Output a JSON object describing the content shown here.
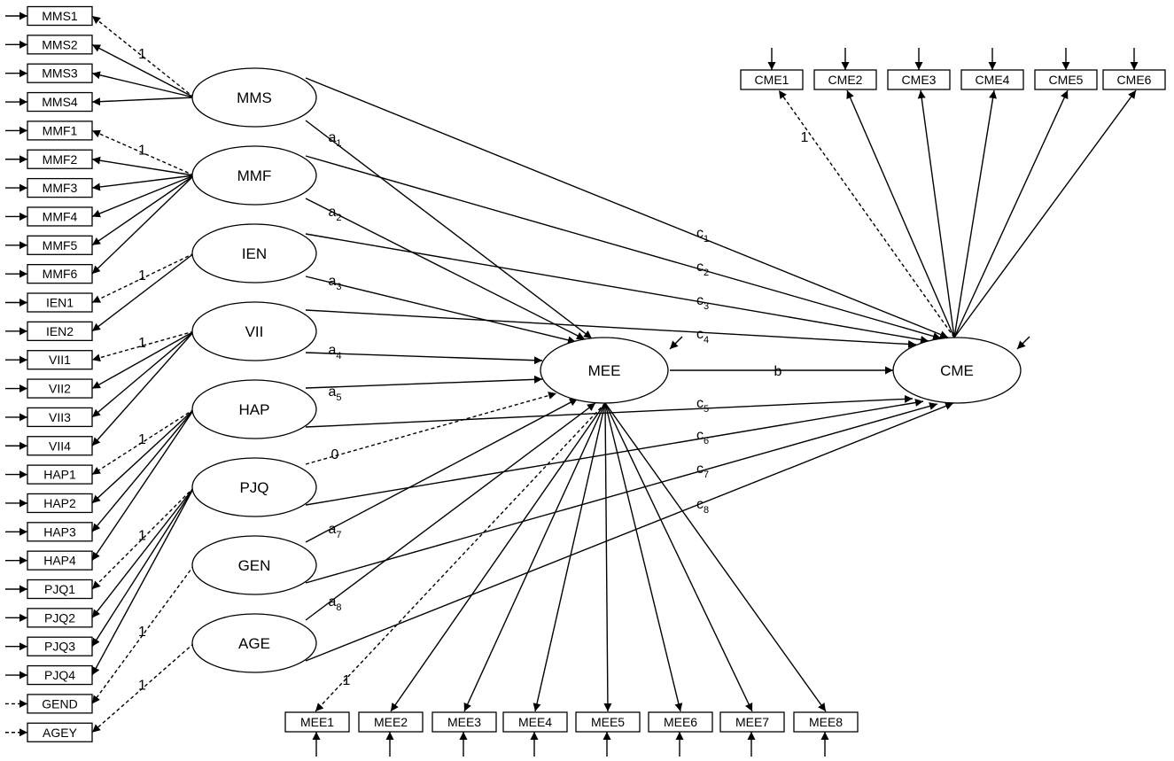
{
  "left_indicators": [
    "MMS1",
    "MMS2",
    "MMS3",
    "MMS4",
    "MMF1",
    "MMF2",
    "MMF3",
    "MMF4",
    "MMF5",
    "MMF6",
    "IEN1",
    "IEN2",
    "VII1",
    "VII2",
    "VII3",
    "VII4",
    "HAP1",
    "HAP2",
    "HAP3",
    "HAP4",
    "PJQ1",
    "PJQ2",
    "PJQ3",
    "PJQ4",
    "GEND",
    "AGEY"
  ],
  "left_latents": [
    "MMS",
    "MMF",
    "IEN",
    "VII",
    "HAP",
    "PJQ",
    "GEN",
    "AGE"
  ],
  "mediator": "MEE",
  "outcome": "CME",
  "cme_indicators": [
    "CME1",
    "CME2",
    "CME3",
    "CME4",
    "CME5",
    "CME6"
  ],
  "mee_indicators": [
    "MEE1",
    "MEE2",
    "MEE3",
    "MEE4",
    "MEE5",
    "MEE6",
    "MEE7",
    "MEE8"
  ],
  "fixed_loading_label": "1",
  "path_labels": {
    "a": [
      {
        "base": "a",
        "sub": "1"
      },
      {
        "base": "a",
        "sub": "2"
      },
      {
        "base": "a",
        "sub": "3"
      },
      {
        "base": "a",
        "sub": "4"
      },
      {
        "base": "a",
        "sub": "5"
      },
      {
        "base": "0",
        "sub": ""
      },
      {
        "base": "a",
        "sub": "7"
      },
      {
        "base": "a",
        "sub": "8"
      }
    ],
    "c": [
      {
        "base": "c",
        "sub": "1"
      },
      {
        "base": "c",
        "sub": "2"
      },
      {
        "base": "c",
        "sub": "3"
      },
      {
        "base": "c",
        "sub": "4"
      },
      {
        "base": "c",
        "sub": "5"
      },
      {
        "base": "c",
        "sub": "6"
      },
      {
        "base": "c",
        "sub": "7"
      },
      {
        "base": "c",
        "sub": "8"
      }
    ],
    "b": "b"
  }
}
